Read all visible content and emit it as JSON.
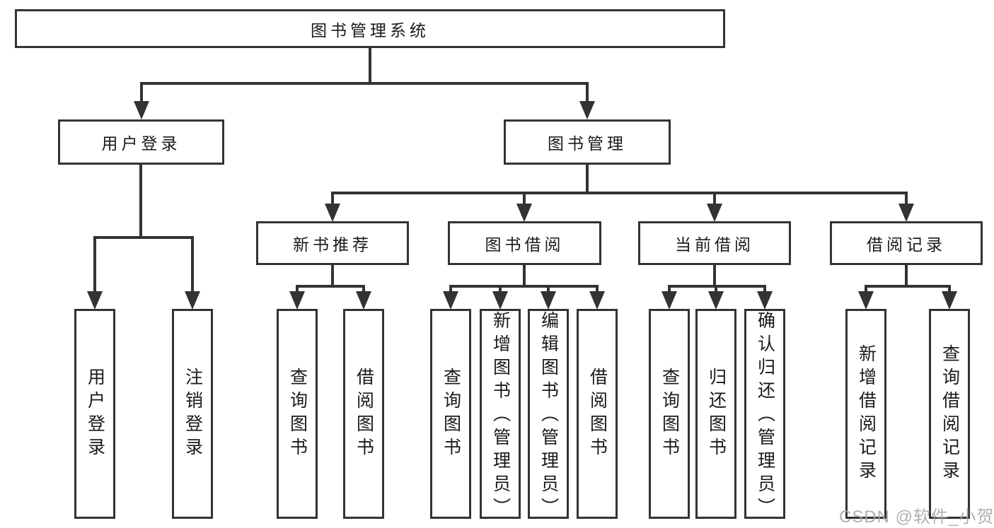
{
  "diagram_title": "图书管理系统",
  "tree": {
    "label": "图书管理系统",
    "children": [
      {
        "label": "用户登录",
        "children": [
          {
            "label": "用户登录"
          },
          {
            "label": "注销登录"
          }
        ]
      },
      {
        "label": "图书管理",
        "children": [
          {
            "label": "新书推荐",
            "children": [
              {
                "label": "查询图书"
              },
              {
                "label": "借阅图书"
              }
            ]
          },
          {
            "label": "图书借阅",
            "children": [
              {
                "label": "查询图书"
              },
              {
                "label": "新增图书（管理员）"
              },
              {
                "label": "编辑图书（管理员）"
              },
              {
                "label": "借阅图书"
              }
            ]
          },
          {
            "label": "当前借阅",
            "children": [
              {
                "label": "查询图书"
              },
              {
                "label": "归还图书"
              },
              {
                "label": "确认归还（管理员）"
              }
            ]
          },
          {
            "label": "借阅记录",
            "children": [
              {
                "label": "新增借阅记录"
              },
              {
                "label": "查询借阅记录"
              }
            ]
          }
        ]
      }
    ]
  },
  "watermark": {
    "text": "CSDN @软件_小贺同学"
  },
  "colors": {
    "line": "#333333",
    "text": "#1a1a1a",
    "background": "#ffffff",
    "watermark": "#a8a8a8"
  }
}
